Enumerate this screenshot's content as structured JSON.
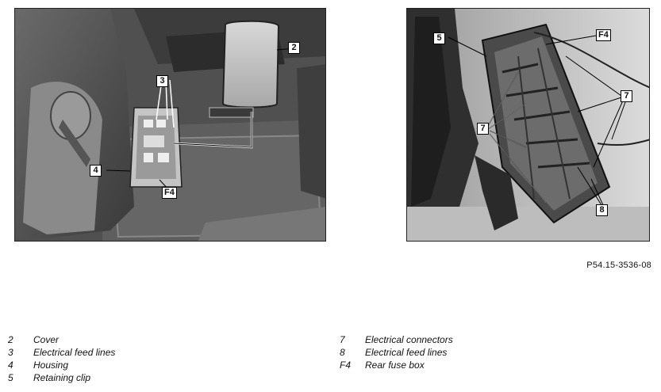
{
  "figure_code": "P54.15-3536-08",
  "left_photo": {
    "callouts": [
      "2",
      "3",
      "4",
      "F4"
    ]
  },
  "right_photo": {
    "callouts": [
      "5",
      "F4",
      "7",
      "7",
      "7",
      "8"
    ]
  },
  "legend": {
    "left": [
      {
        "num": "2",
        "text": "Cover"
      },
      {
        "num": "3",
        "text": "Electrical feed lines"
      },
      {
        "num": "4",
        "text": "Housing"
      },
      {
        "num": "5",
        "text": "Retaining clip"
      }
    ],
    "right": [
      {
        "num": "7",
        "text": "Electrical connectors"
      },
      {
        "num": "8",
        "text": "Electrical feed lines"
      },
      {
        "num": "F4",
        "text": "Rear fuse box"
      }
    ]
  }
}
